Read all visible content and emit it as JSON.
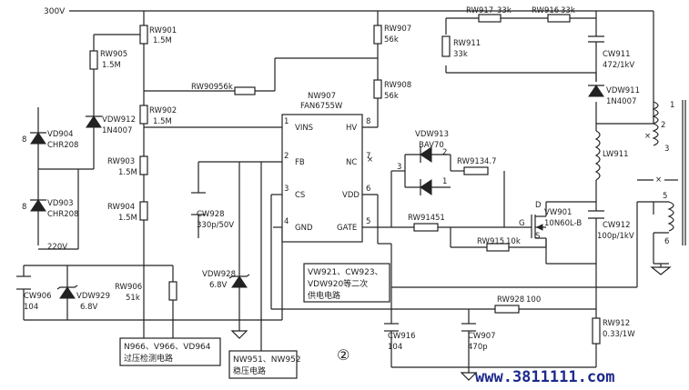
{
  "figure": {
    "supply_label": "300V",
    "ic_name": "NW907",
    "ic_part": "FAN6755W",
    "ic_pins": {
      "vins": "VINS",
      "fb": "FB",
      "cs": "CS",
      "gnd": "GND",
      "hv": "HV",
      "nc": "NC",
      "vdd": "VDD",
      "gate": "GATE"
    },
    "pin_numbers": {
      "p1": "1",
      "p2": "2",
      "p3": "3",
      "p4": "4",
      "p5": "5",
      "p6": "6",
      "p7": "7",
      "p8": "8"
    },
    "components": {
      "rw901": [
        "RW901",
        "1.5M"
      ],
      "rw902": [
        "RW902",
        "1.5M"
      ],
      "rw903": [
        "RW903",
        "1.5M"
      ],
      "rw904": [
        "RW904",
        "1.5M"
      ],
      "rw905": [
        "RW905",
        "1.5M"
      ],
      "rw906": [
        "RW906",
        "51k"
      ],
      "rw907": [
        "RW907",
        "56k"
      ],
      "rw908": [
        "RW908",
        "56k"
      ],
      "rw909": [
        "RW909",
        "56k"
      ],
      "rw911": [
        "RW911",
        "33k"
      ],
      "rw912": [
        "RW912",
        "0.33/1W"
      ],
      "rw913": [
        "RW913",
        "4.7"
      ],
      "rw914": [
        "RW914",
        "51"
      ],
      "rw915": [
        "RW915",
        "10k"
      ],
      "rw916": [
        "RW916",
        "33k"
      ],
      "rw917": [
        "RW917",
        "33k"
      ],
      "rw928": [
        "RW928",
        "100"
      ],
      "vd903": [
        "VD903",
        "CHR208"
      ],
      "vd904": [
        "VD904",
        "CHR208"
      ],
      "vdw912": [
        "VDW912",
        "1N4007"
      ],
      "vdw911": [
        "VDW911",
        "1N4007"
      ],
      "vdw913": [
        "VDW913",
        "BAV70"
      ],
      "vdw928": [
        "VDW928",
        "6.8V"
      ],
      "vdw929": [
        "VDW929",
        "6.8V"
      ],
      "cw906": [
        "CW906",
        "104"
      ],
      "cw907": [
        "CW907",
        "470p"
      ],
      "cw911": [
        "CW911",
        "472/1kV"
      ],
      "cw912": [
        "CW912",
        "100p/1kV"
      ],
      "cw916": [
        "CW916",
        "104"
      ],
      "cw928": [
        "CW928",
        "330p/50V"
      ],
      "lw911": [
        "LW911"
      ],
      "vw901": [
        "VW901",
        "10N60L-B"
      ]
    },
    "misc_labels": {
      "ac220": "220V",
      "bav_pin2": "2",
      "bav_pin3": "3",
      "bav_pin1": "1",
      "diode8a": "8",
      "diode8b": "8",
      "mos_d": "D",
      "mos_g": "G",
      "mos_s": "S",
      "xf1": "1",
      "xf2": "2",
      "xf3": "3",
      "xf5": "5",
      "xf6": "6"
    },
    "notes": {
      "overvoltage_line1": "N966、V966、VD964",
      "overvoltage_line2": "过压检测电路",
      "regulator_line1": "NW951、NW952",
      "regulator_line2": "稳压电路",
      "secondary_line1": "VW921、CW923、",
      "secondary_line2": "VDW920等二次",
      "secondary_line3": "供电电路"
    },
    "marker": "②",
    "watermark": "www.3811111.com"
  }
}
